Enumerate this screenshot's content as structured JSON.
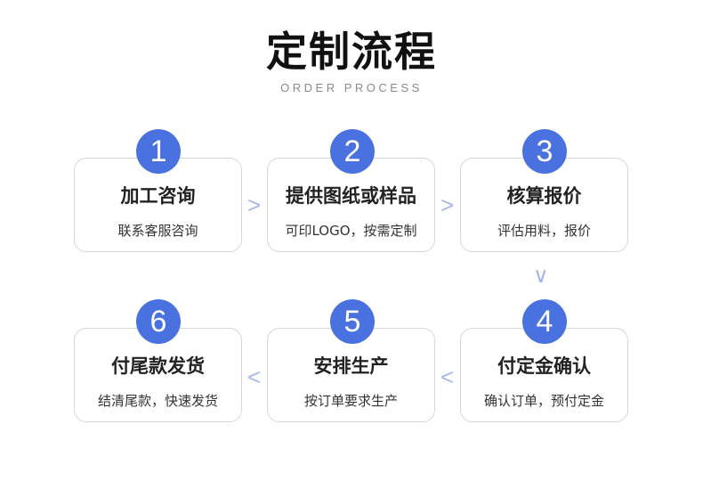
{
  "header": {
    "title": "定制流程",
    "subtitle": "ORDER PROCESS"
  },
  "colors": {
    "accent": "#4a71e0",
    "arrow": "#a7b6ef",
    "border": "#d6d6d6"
  },
  "steps": [
    {
      "number": "1",
      "title": "加工咨询",
      "desc": "联系客服咨询"
    },
    {
      "number": "2",
      "title": "提供图纸或样品",
      "desc": "可印LOGO，按需定制"
    },
    {
      "number": "3",
      "title": "核算报价",
      "desc": "评估用料，报价"
    },
    {
      "number": "4",
      "title": "付定金确认",
      "desc": "确认订单，预付定金"
    },
    {
      "number": "5",
      "title": "安排生产",
      "desc": "按订单要求生产"
    },
    {
      "number": "6",
      "title": "付尾款发货",
      "desc": "结清尾款，快速发货"
    }
  ],
  "arrows": {
    "right": ">",
    "left": "<",
    "down": "∨"
  }
}
